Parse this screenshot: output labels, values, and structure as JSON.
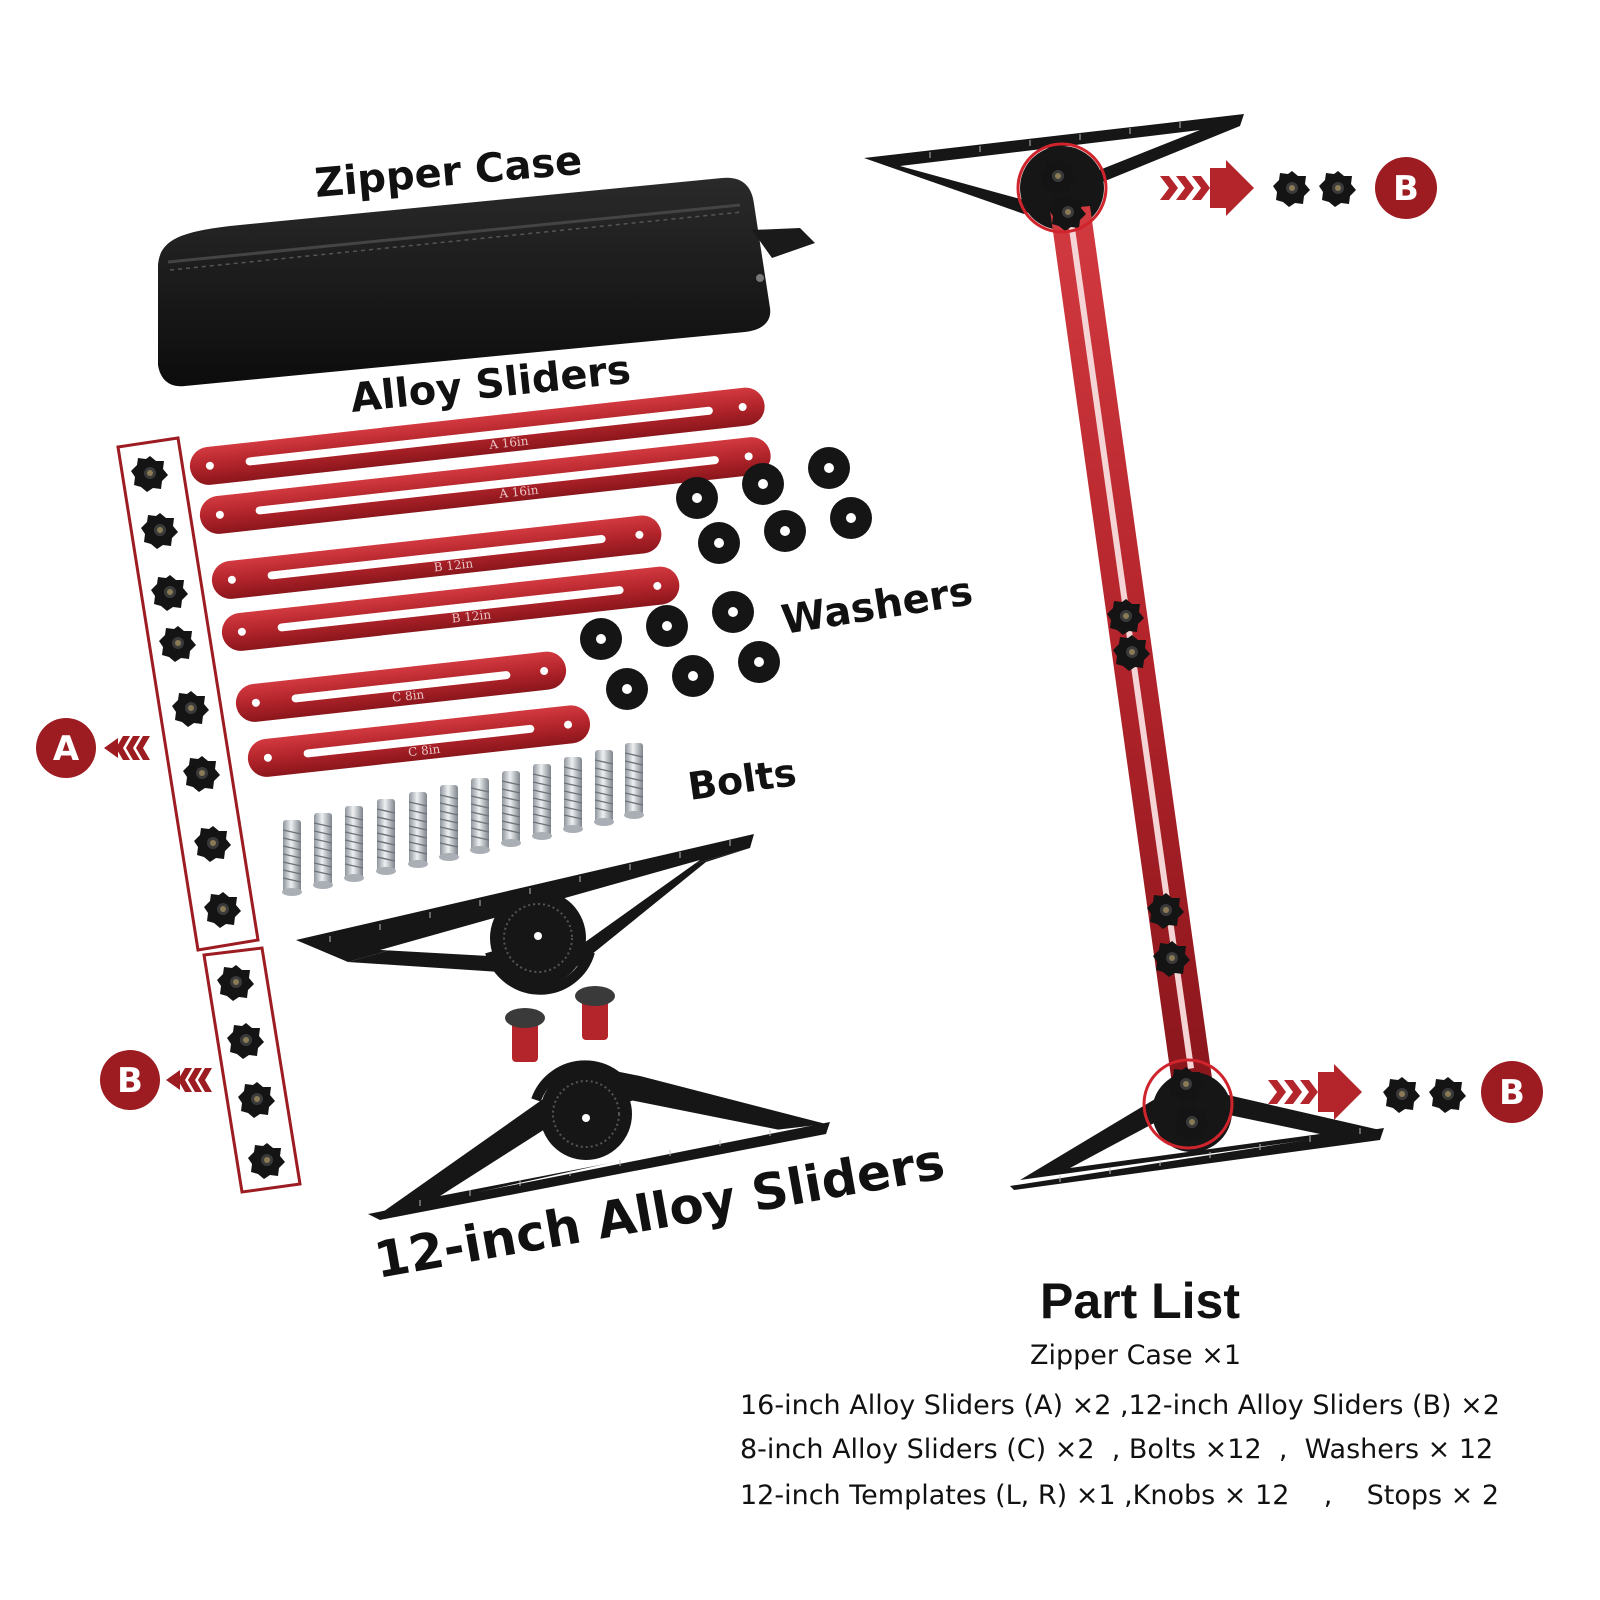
{
  "labels": {
    "zipper_case": "Zipper Case",
    "alloy_sliders": "Alloy Sliders",
    "washers": "Washers",
    "bolts": "Bolts",
    "twelve_inch_alloy_sliders": "12-inch Alloy Sliders"
  },
  "slider_engravings": [
    "A 16in",
    "A 16in",
    "B 12in",
    "B 12in",
    "C 8in",
    "C 8in"
  ],
  "badges": {
    "a": "A",
    "b": "B"
  },
  "part_list": {
    "title": "Part List",
    "lines": [
      "Zipper Case ×1",
      "16-inch Alloy Sliders (A) ×2 ,12-inch Alloy Sliders (B) ×2",
      "8-inch Alloy Sliders (C) ×2  , Bolts ×12  ,  Washers × 12",
      "12-inch Templates (L, R) ×1 ,Knobs × 12    ,    Stops × 2"
    ]
  },
  "colors": {
    "slider_red": "#b3242b",
    "badge_red": "#9c1c22",
    "black": "#111111",
    "bolt_silver": "#c9cdd2"
  }
}
